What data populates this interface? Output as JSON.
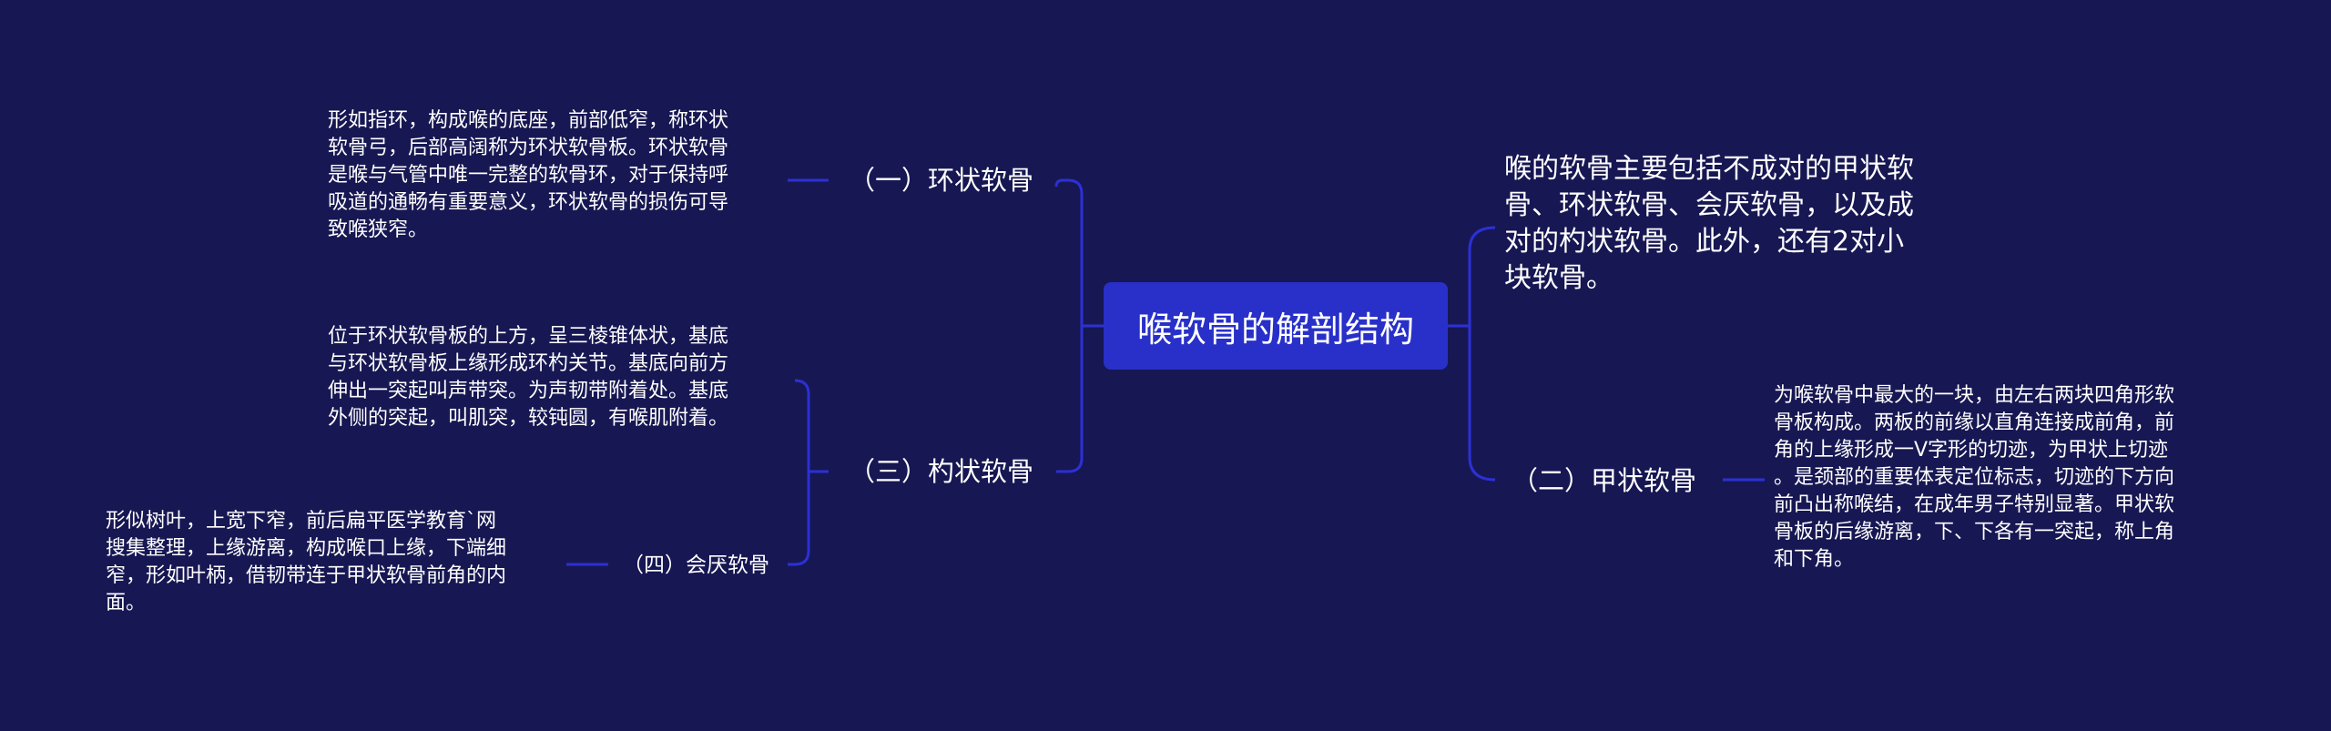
{
  "root": {
    "label": "喉软骨的解剖结构"
  },
  "summary": {
    "text": "喉的软骨主要包括不成对的甲状软\n骨、环状软骨、会厌软骨，以及成\n对的杓状软骨。此外，还有2对小\n块软骨。"
  },
  "branches": {
    "cricoid": {
      "label": "（一）环状软骨",
      "detail": "形如指环，构成喉的底座，前部低窄，称环状\n软骨弓，后部高阔称为环状软骨板。环状软骨\n是喉与气管中唯一完整的软骨环，对于保持呼\n吸道的通畅有重要意义，环状软骨的损伤可导\n致喉狭窄。"
    },
    "thyroid": {
      "label": "（二）甲状软骨",
      "detail": "为喉软骨中最大的一块，由左右两块四角形软\n骨板构成。两板的前缘以直角连接成前角，前\n角的上缘形成一V字形的切迹，为甲状上切迹\n。是颈部的重要体表定位标志，切迹的下方向\n前凸出称喉结，在成年男子特别显著。甲状软\n骨板的后缘游离，下、下各有一突起，称上角\n和下角。"
    },
    "arytenoid": {
      "label": "（三）杓状软骨",
      "detail": "位于环状软骨板的上方，呈三棱锥体状，基底\n与环状软骨板上缘形成环杓关节。基底向前方\n伸出一突起叫声带突。为声韧带附着处。基底\n外侧的突起，叫肌突，较钝圆，有喉肌附着。",
      "sub": {
        "label": "（四）会厌软骨",
        "detail": "形似树叶，上宽下窄，前后扁平医学教育`网\n搜集整理，上缘游离，构成喉口上缘，下端细\n窄，形如叶柄，借韧带连于甲状软骨前角的内\n面。"
      }
    }
  }
}
